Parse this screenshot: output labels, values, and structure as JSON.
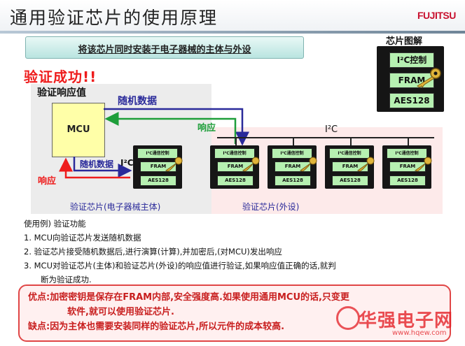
{
  "header": {
    "title": "通用验证芯片的使用原理",
    "logo": "FUJITSU"
  },
  "banner": {
    "text": "将该芯片同时安装于电子器械的主体与外设"
  },
  "legend": {
    "title": "芯片图解",
    "i2c": "I²C控制",
    "fram": "FRAM",
    "aes": "AES128"
  },
  "diagram": {
    "success": "验证成功!!",
    "response_value": "验证响应值",
    "mcu": "MCU",
    "random_data_top": "随机数据",
    "response_top": "响应",
    "random_data_left": "随机数据",
    "i2c_left": "I²C",
    "response_left": "响应",
    "i2c_bus": "I²C",
    "caption_left": "验证芯片(电子器械主体)",
    "caption_right": "验证芯片(外设)"
  },
  "chips": [
    {
      "i2c": "I²C通信控制",
      "fram": "FRAM",
      "aes": "AES128"
    },
    {
      "i2c": "I²C通信控制",
      "fram": "FRAM",
      "aes": "AES128"
    },
    {
      "i2c": "I²C通信控制",
      "fram": "FRAM",
      "aes": "AES128"
    },
    {
      "i2c": "I²C通信控制",
      "fram": "FRAM",
      "aes": "AES128"
    },
    {
      "i2c": "I²C通信控制",
      "fram": "FRAM",
      "aes": "AES128"
    }
  ],
  "usage": {
    "heading": "使用例) 验证功能",
    "step1": "1.  MCU向验证芯片发送随机数据",
    "step2": "2.  验证芯片接受随机数据后,进行演算(计算),并加密后,(对MCU)发出响应",
    "step3a": "3.  MCU对验证芯片(主体)和验证芯片(外设)的响应值进行验证,如果响应值正确的话,就判",
    "step3b": "断为验证成功."
  },
  "pros_cons": {
    "pros_line1": "优点:加密密钥是保存在FRAM内部,安全强度高.如果使用通用MCU的话,只变更",
    "pros_line2": "软件,就可以使用验证芯片.",
    "cons": "缺点:因为主体也需要安装同样的验证芯片,所以元件的成本较高."
  },
  "watermark": {
    "text": "华强电子网",
    "url": "www.hqew.com"
  },
  "colors": {
    "accent_red": "#ee1c1c",
    "accent_blue": "#2a2a9a",
    "accent_green": "#1e9e3a",
    "chip_green": "#b6f0b1"
  }
}
